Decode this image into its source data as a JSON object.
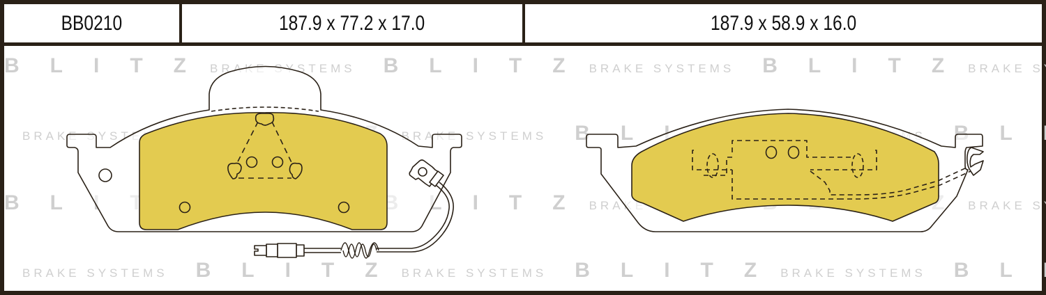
{
  "header": {
    "part_number": "BB0210",
    "dimensions_front": "187.9 x 77.2 x 17.0",
    "dimensions_rear": "187.9 x 58.9 x 16.0"
  },
  "watermark": {
    "brand": "BLITZ",
    "tagline": "BRAKE SYSTEMS"
  },
  "colors": {
    "pad_fill": "#e3cb50",
    "outline": "#2a2117",
    "watermark": "#cfcfcf",
    "border": "#2a2117"
  },
  "pads": [
    {
      "name": "front-pad",
      "has_wear_sensor": true,
      "sensor_type": "coiled-wire-with-connector"
    },
    {
      "name": "rear-pad",
      "has_wear_sensor": true,
      "sensor_type": "embedded-wire"
    }
  ]
}
